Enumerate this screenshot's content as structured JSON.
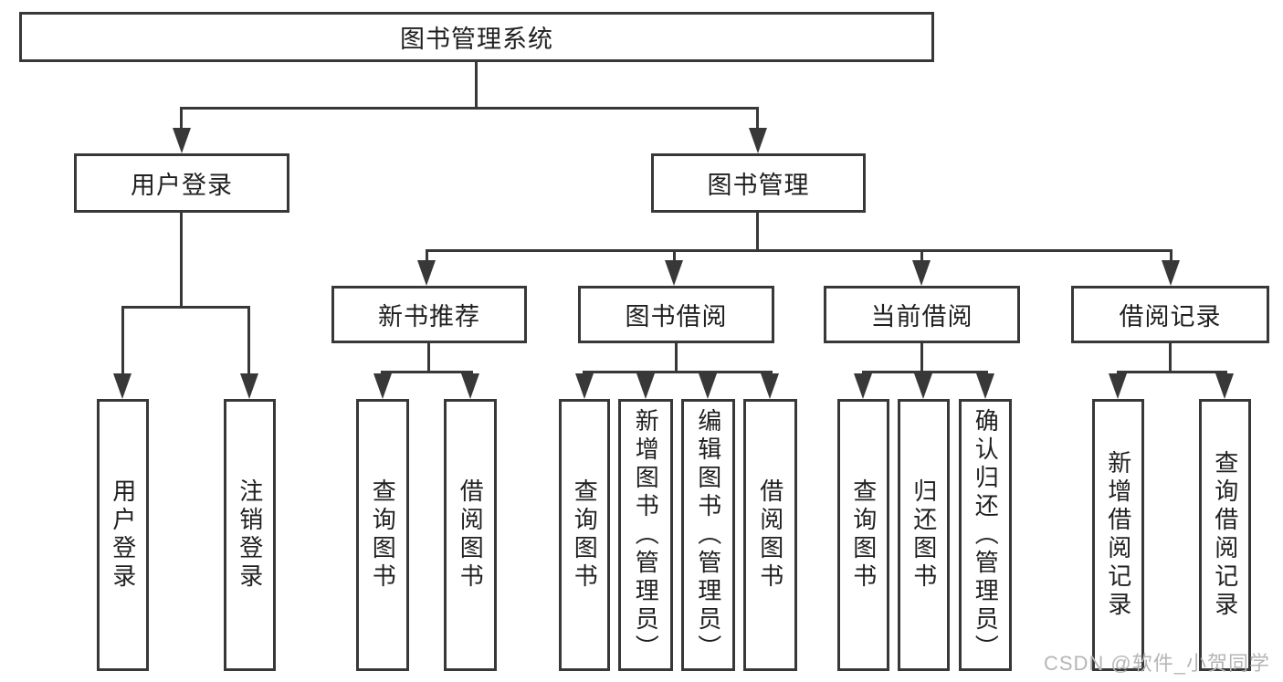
{
  "diagram": {
    "type": "hierarchy-tree",
    "orientation": "top-down"
  },
  "colors": {
    "line": "#383838",
    "text": "#1f1f1f",
    "watermark": "#b6b6b6",
    "bg": "#ffffff"
  },
  "tree": {
    "root": {
      "label": "图书管理系统"
    },
    "branches": [
      {
        "label": "用户登录",
        "children": [
          {
            "label": "用户登录"
          },
          {
            "label": "注销登录"
          }
        ]
      },
      {
        "label": "图书管理",
        "children": [
          {
            "label": "新书推荐",
            "children": [
              {
                "label": "查询图书"
              },
              {
                "label": "借阅图书"
              }
            ]
          },
          {
            "label": "图书借阅",
            "children": [
              {
                "label": "查询图书"
              },
              {
                "label": "新增图书（管理员）"
              },
              {
                "label": "编辑图书（管理员）"
              },
              {
                "label": "借阅图书"
              }
            ]
          },
          {
            "label": "当前借阅",
            "children": [
              {
                "label": "查询图书"
              },
              {
                "label": "归还图书"
              },
              {
                "label": "确认归还（管理员）"
              }
            ]
          },
          {
            "label": "借阅记录",
            "children": [
              {
                "label": "新增借阅记录"
              },
              {
                "label": "查询借阅记录"
              }
            ]
          }
        ]
      }
    ]
  },
  "watermark": {
    "text": "CSDN @软件_小贺同学"
  }
}
